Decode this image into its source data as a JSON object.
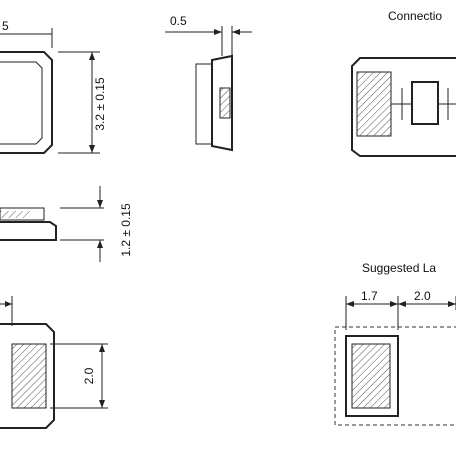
{
  "titles": {
    "connection": "Connectio",
    "suggested_land": "Suggested La"
  },
  "dimensions": {
    "top_left_partial": "5",
    "top_width": "0.5",
    "length": "3.2 ± 0.15",
    "height": "1.2 ± 0.15",
    "pad_height": "2.0",
    "land_a": "1.7",
    "land_b": "2.0"
  },
  "colors": {
    "line": "#222222",
    "hatch": "#555555",
    "background": "#ffffff"
  }
}
